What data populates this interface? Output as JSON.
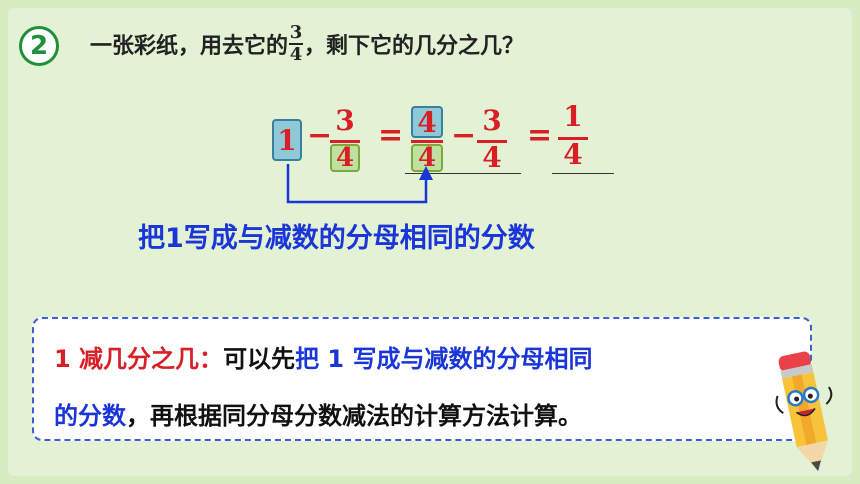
{
  "badge": "2",
  "question": {
    "before": "一张彩纸，用去它的",
    "frac_num": "3",
    "frac_den": "4",
    "after": "，剩下它的几分之几？"
  },
  "equation": {
    "one": "1",
    "minus": "−",
    "equals": "=",
    "f1_num": "3",
    "f1_den": "4",
    "f2_num": "4",
    "f2_den": "4",
    "f3_num": "3",
    "f3_den": "4",
    "f4_num": "1",
    "f4_den": "4"
  },
  "note": "把1写成与减数的分母相同的分数",
  "summary": {
    "l1_red": "1 减几分之几：",
    "l1_black": "可以先",
    "l1_blue": "把 1 写成与减数的分母相同",
    "l2_blue": "的分数",
    "l2_black": "，再根据同分母分数减法的计算方法计算。"
  },
  "colors": {
    "red": "#d81f26",
    "blue": "#1a35d8",
    "green": "#1f8f3a",
    "background": "#e3f1d4"
  }
}
